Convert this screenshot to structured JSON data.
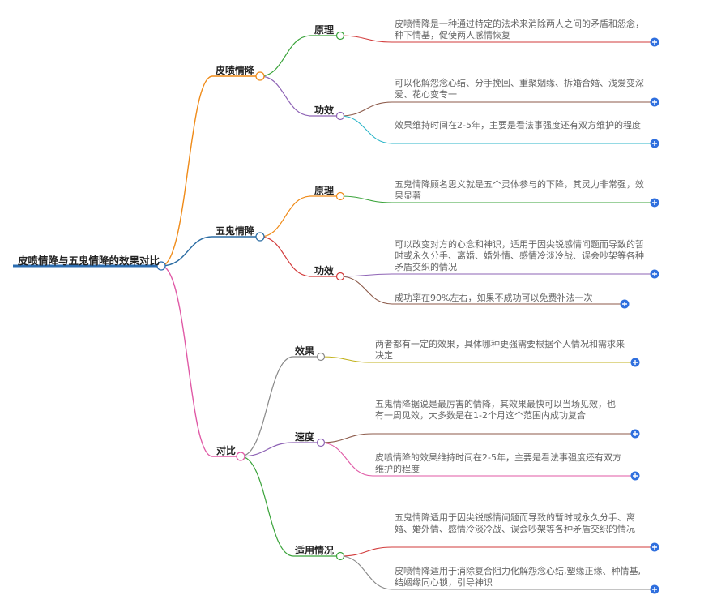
{
  "colors": {
    "root": "#2b6cb0",
    "b1": "#ef8a17",
    "b2": "#2b6ca3",
    "b3": "#e05aa6",
    "green": "#3aa33a",
    "purple": "#8e63b5",
    "brown": "#8c5a4a",
    "cyan": "#2bb5c8",
    "red": "#d23b3b",
    "gray": "#888888",
    "olive": "#c2b21d",
    "pink": "#e05aa6",
    "plus": "#2f6fde"
  },
  "root": {
    "label": "皮喷情降与五鬼情降的效果对比"
  },
  "branches": [
    {
      "label": "皮喷情降",
      "children": [
        {
          "label": "原理",
          "leaves": [
            "皮喷情降是一种通过特定的法术来消除两人之间的矛盾和怨念，种下情基，促使两人感情恢复"
          ]
        },
        {
          "label": "功效",
          "leaves": [
            "可以化解怨念心结、分手挽回、重聚姻缘、拆婚合婚、浅爱变深爱、花心变专一",
            "效果维持时间在2-5年，主要是看法事强度还有双方维护的程度"
          ]
        }
      ]
    },
    {
      "label": "五鬼情降",
      "children": [
        {
          "label": "原理",
          "leaves": [
            "五鬼情降顾名思义就是五个灵体参与的下降，其灵力非常强，效果显著"
          ]
        },
        {
          "label": "功效",
          "leaves": [
            "可以改变对方的心念和神识，适用于因尖锐感情问题而导致的暂时或永久分手、离婚、婚外情、感情冷淡冷战、误会吵架等各种矛盾交织的情况",
            "成功率在90%左右，如果不成功可以免费补法一次"
          ]
        }
      ]
    },
    {
      "label": "对比",
      "children": [
        {
          "label": "效果",
          "leaves": [
            "两者都有一定的效果，具体哪种更强需要根据个人情况和需求来决定"
          ]
        },
        {
          "label": "速度",
          "leaves": [
            "五鬼情降据说是最厉害的情降，其效果最快可以当场见效，也有一周见效，大多数是在1-2个月这个范围内成功复合",
            "皮喷情降的效果维持时间在2-5年，主要是看法事强度还有双方维护的程度"
          ]
        },
        {
          "label": "适用情况",
          "leaves": [
            "五鬼情降适用于因尖锐感情问题而导致的暂时或永久分手、离婚、婚外情、感情冷淡冷战、误会吵架等各种矛盾交织的情况",
            "皮喷情降适用于消除复合阻力化解怨念心结,塑缘正缘、种情基,结姻缘同心锁，引导神识"
          ]
        }
      ]
    }
  ]
}
